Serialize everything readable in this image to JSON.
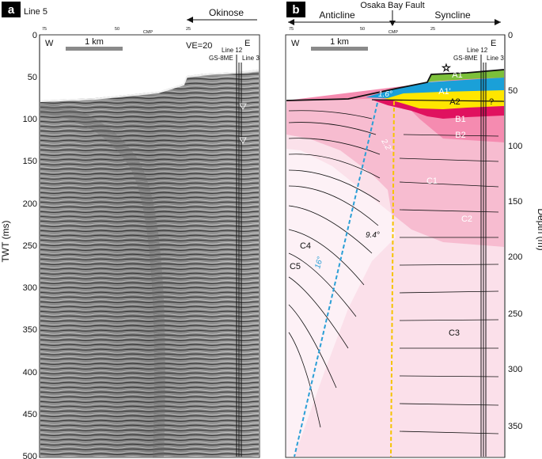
{
  "panel_a": {
    "tag": "a",
    "line_name": "Line 5",
    "okinose": "Okinose",
    "cmp_ticks": [
      "75",
      "50",
      "CMP",
      "25"
    ],
    "west": "W",
    "east": "E",
    "scale": "1 km",
    "ve": "VE=20",
    "line12": "Line 12",
    "gs": "GS-8ME",
    "line3": "Line 3",
    "axis_label": "TWT (ms)",
    "y_ticks": [
      "0",
      "50",
      "100",
      "150",
      "200",
      "250",
      "300",
      "350",
      "400",
      "450",
      "500"
    ]
  },
  "panel_b": {
    "tag": "b",
    "fault_label": "Osaka Bay Fault",
    "anticline": "Anticline",
    "syncline": "Syncline",
    "cmp_ticks": [
      "75",
      "50",
      "CMP",
      "25"
    ],
    "west": "W",
    "east": "E",
    "scale": "1 km",
    "line12": "Line 12",
    "gs": "GS-8ME",
    "line3": "Line 3",
    "axis_label": "Depth (m)",
    "y_ticks": [
      "0",
      "50",
      "100",
      "150",
      "200",
      "250",
      "300",
      "350"
    ],
    "units": {
      "a1": "A1",
      "a1p": "A1'",
      "a2": "A2",
      "q": "?",
      "b1": "B1",
      "b2": "B2",
      "c1": "C1",
      "c2": "C2",
      "c3": "C3",
      "c4": "C4",
      "c5": "C5"
    },
    "dips": {
      "d1": "1.6°",
      "d2": "2.2°",
      "d3": "9.4°",
      "d4": "16°"
    }
  },
  "colors": {
    "a1": "#7cc03a",
    "a1p": "#1aa0d8",
    "a2": "#ffe600",
    "b1": "#e0115f",
    "b2": "#f58bb0",
    "c_upper": "#f7bcd0",
    "c_lower": "#fbe0ea",
    "fault": "#f5c400",
    "dipline": "#2b9fd6"
  }
}
